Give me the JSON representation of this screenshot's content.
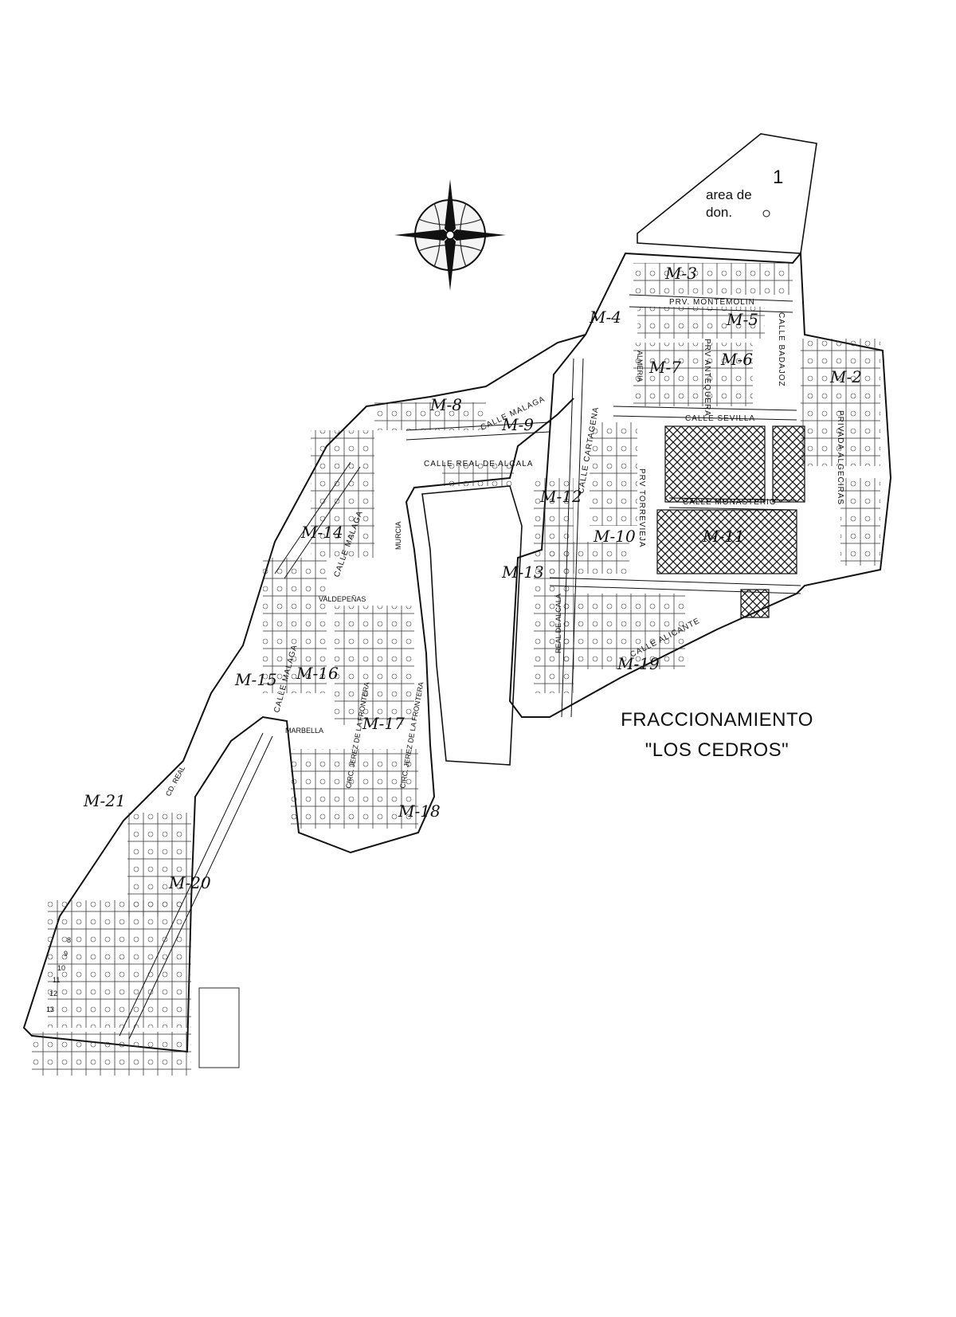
{
  "title": {
    "line1": "FRACCIONAMIENTO",
    "line2": "\"LOS CEDROS\""
  },
  "donation_area": {
    "number": "1",
    "label_line1": "area de",
    "label_line2": "don."
  },
  "blocks": [
    "M-2",
    "M-3",
    "M-4",
    "M-5",
    "M-6",
    "M-7",
    "M-8",
    "M-9",
    "M-10",
    "M-11",
    "M-12",
    "M-13",
    "M-14",
    "M-15",
    "M-16",
    "M-17",
    "M-18",
    "M-19",
    "M-20",
    "M-21"
  ],
  "streets": [
    "PRV. MONTEMOLIN",
    "CALLE BADAJOZ",
    "PRV ANTEQUERA",
    "ALMERIA",
    "CALLE SEVILLA",
    "PRIVADA ALGECIRAS",
    "CALLE CARTAGENA",
    "CALLE MALAGA",
    "CALLE REAL DE ALCALA",
    "PRV TORREVIEJA",
    "CALLE MONASTERIO",
    "MURCIA",
    "VALDEPEÑAS",
    "REAL DE ALCALÁ",
    "CALLE ALICANTE",
    "MARBELLA",
    "CIRC. JEREZ DE LA FRONTERA",
    "CD. REAL"
  ],
  "lot_numbers": [
    "8",
    "9",
    "10",
    "11",
    "12",
    "13"
  ],
  "colors": {
    "ink": "#111111",
    "paper": "#ffffff"
  },
  "icons": [
    "compass-rose-icon"
  ]
}
